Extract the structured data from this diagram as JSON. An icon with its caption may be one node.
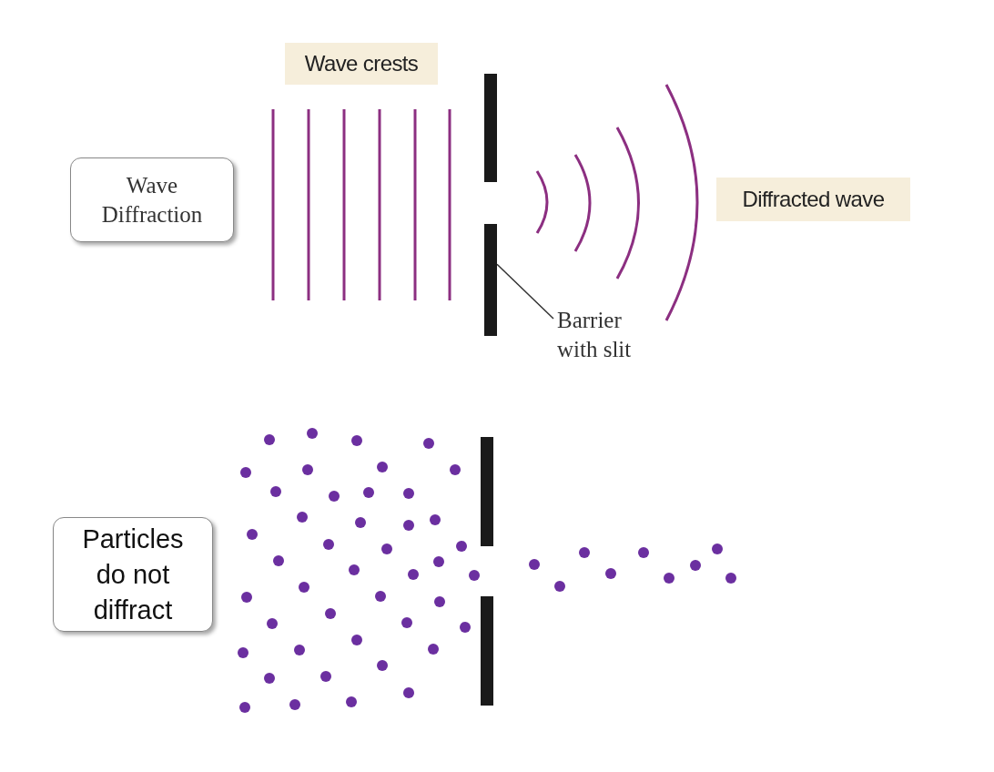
{
  "diagram": {
    "nodes": [
      {
        "text": [
          "Wave Diffraction"
        ]
      },
      {
        "text": [
          "Wave crests"
        ]
      },
      {
        "text": [],
        "shape": "bar"
      },
      {
        "text": [],
        "shape": "bar"
      },
      {
        "text": [
          "Diffracted wave"
        ]
      },
      {
        "text": [
          "Barrier with slit"
        ]
      },
      {
        "text": [
          "Particles do not diffract"
        ]
      },
      {
        "text": [],
        "shape": "bar"
      },
      {
        "text": [],
        "shape": "bar"
      }
    ],
    "edges": [
      {
        "from": 5,
        "to": 3,
        "arrow": "none"
      }
    ]
  }
}
